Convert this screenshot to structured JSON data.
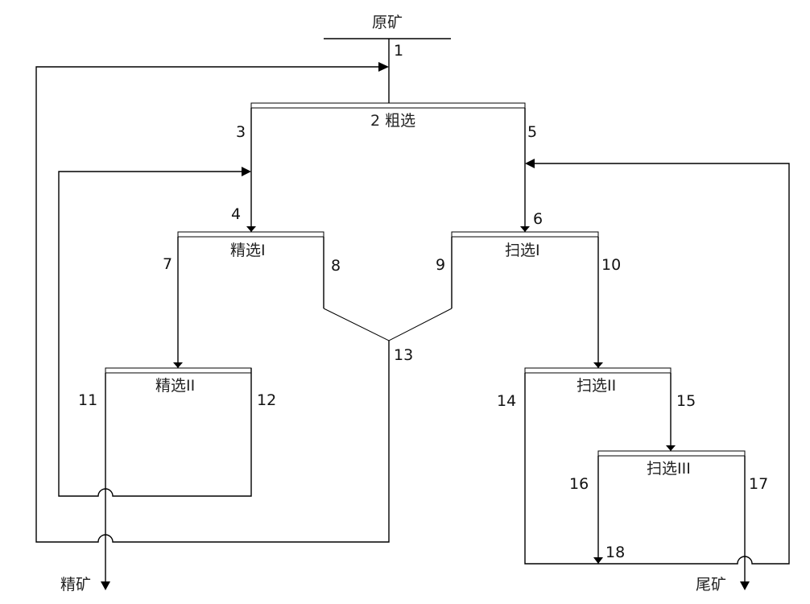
{
  "title": "选矿流程图",
  "feed": {
    "label": "原矿"
  },
  "products": {
    "concentrate": "精矿",
    "tailings": "尾矿"
  },
  "operations": [
    {
      "id": "rougher",
      "label": "2  粗选"
    },
    {
      "id": "cleaner1",
      "label": "精选I"
    },
    {
      "id": "scavenger1",
      "label": "扫选I"
    },
    {
      "id": "cleaner2",
      "label": "精选II"
    },
    {
      "id": "scavenger2",
      "label": "扫选II"
    },
    {
      "id": "scavenger3",
      "label": "扫选III"
    }
  ],
  "stream_numbers": [
    "1",
    "3",
    "4",
    "5",
    "6",
    "7",
    "8",
    "9",
    "10",
    "11",
    "12",
    "13",
    "14",
    "15",
    "16",
    "17",
    "18"
  ],
  "colors": {
    "line": "#000000",
    "background": "#ffffff"
  }
}
